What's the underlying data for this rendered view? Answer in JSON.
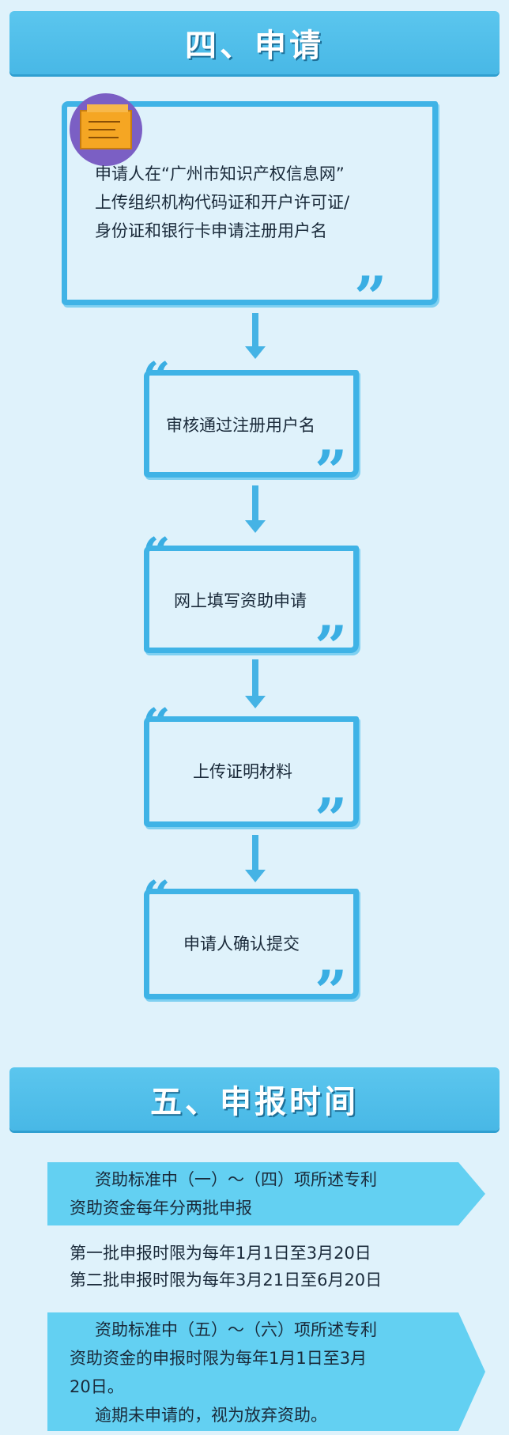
{
  "section4": {
    "title": "四、申请",
    "steps": [
      {
        "lines": [
          "申请人在“广州市知识产权信息网”",
          "上传组织机构代码证和开户许可证/",
          "身份证和银行卡申请注册用户名"
        ]
      },
      {
        "lines": [
          "审核通过注册用户名"
        ]
      },
      {
        "lines": [
          "网上填写资助申请"
        ]
      },
      {
        "lines": [
          "上传证明材料"
        ]
      },
      {
        "lines": [
          "申请人确认提交"
        ]
      }
    ],
    "open_quote": "“",
    "close_quote": "”"
  },
  "section5": {
    "title": "五、申报时间",
    "box1": {
      "lines": [
        "资助标准中（一）～（四）项所述专利",
        "资助资金每年分两批申报"
      ]
    },
    "batches": [
      "第一批申报时限为每年1月1日至3月20日",
      "第二批申报时限为每年3月21日至6月20日"
    ],
    "box2": {
      "lines": [
        "资助标准中（五）～（六）项所述专利",
        "资助资金的申报时限为每年1月1日至3月",
        "20日。",
        "逾期未申请的，视为放弃资助。"
      ]
    }
  },
  "colors": {
    "accent": "#3fb3e6",
    "banner": "#4fbdea",
    "pill": "#63d0f2",
    "background": "#dff2fb"
  },
  "icons": [
    "document-icon",
    "quote-open-icon",
    "quote-close-icon",
    "arrow-down-icon"
  ]
}
